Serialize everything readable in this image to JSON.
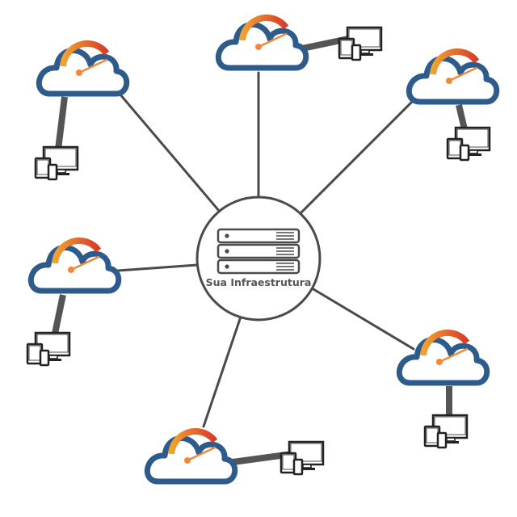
{
  "hub": {
    "label": "Sua Infraestrutura",
    "icon": "server-rack-icon"
  },
  "nodes": [
    {
      "name": "cloud-node-top",
      "icon": "cloud-speedometer-icon",
      "device_icon": "devices-icon"
    },
    {
      "name": "cloud-node-top-left",
      "icon": "cloud-speedometer-icon",
      "device_icon": "devices-icon"
    },
    {
      "name": "cloud-node-top-right",
      "icon": "cloud-speedometer-icon",
      "device_icon": "devices-icon"
    },
    {
      "name": "cloud-node-left",
      "icon": "cloud-speedometer-icon",
      "device_icon": "devices-icon"
    },
    {
      "name": "cloud-node-right",
      "icon": "cloud-speedometer-icon",
      "device_icon": "devices-icon"
    },
    {
      "name": "cloud-node-bottom",
      "icon": "cloud-speedometer-icon",
      "device_icon": "devices-icon"
    }
  ],
  "colors": {
    "cloud_outline": "#2d5b8c",
    "gauge_start": "#f0a330",
    "gauge_end": "#d93a2a",
    "needle": "#f08a3a",
    "line": "#4a4a4a",
    "hub_stroke": "#4a4a4a",
    "device_stroke": "#222222"
  }
}
